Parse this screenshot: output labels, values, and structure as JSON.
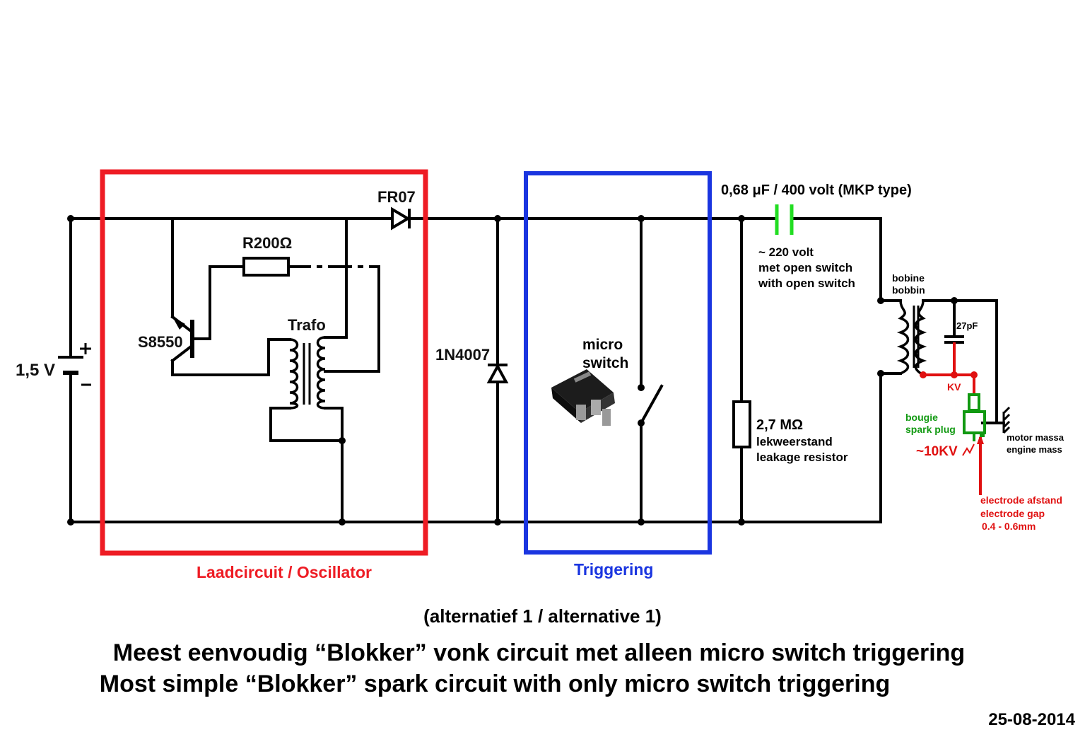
{
  "labels": {
    "battery": "1,5 V",
    "transistor": "S8550",
    "resistor": "R200Ω",
    "trafo": "Trafo",
    "diode_fr07": "FR07",
    "diode_1n4007": "1N4007",
    "micro_switch_1": "micro",
    "micro_switch_2": "switch",
    "capacitor": "0,68 μF / 400 volt (MKP type)",
    "cap_voltage_1": "~ 220 volt",
    "cap_voltage_2": "met open switch",
    "cap_voltage_3": "with open switch",
    "resistor_value": "2,7 MΩ",
    "resistor_nl": "lekweerstand",
    "resistor_en": "leakage resistor",
    "bobbin_nl": "bobine",
    "bobbin_en": "bobbin",
    "cap_27pf": "27pF",
    "kv": "KV",
    "sparkplug_nl": "bougie",
    "sparkplug_en": "spark plug",
    "hv": "~10KV",
    "engine_nl": "motor massa",
    "engine_en": "engine mass",
    "gap_nl": "electrode afstand",
    "gap_en": "electrode gap",
    "gap_value": "0.4 - 0.6mm"
  },
  "boxes": {
    "charge": "Laadcircuit / Oscillator",
    "trigger": "Triggering"
  },
  "captions": {
    "sub": "(alternatief 1 / alternative 1)",
    "line1": "Meest eenvoudig “Blokker” vonk circuit met alleen micro switch triggering",
    "line2": "Most simple “Blokker” spark circuit with only micro switch triggering",
    "date": "25-08-2014"
  },
  "colors": {
    "charge_box": "#ee1c24",
    "trigger_box": "#1a35e0",
    "capacitor": "#22dd22",
    "high_voltage": "#e01010",
    "spark_plug": "#119911"
  }
}
